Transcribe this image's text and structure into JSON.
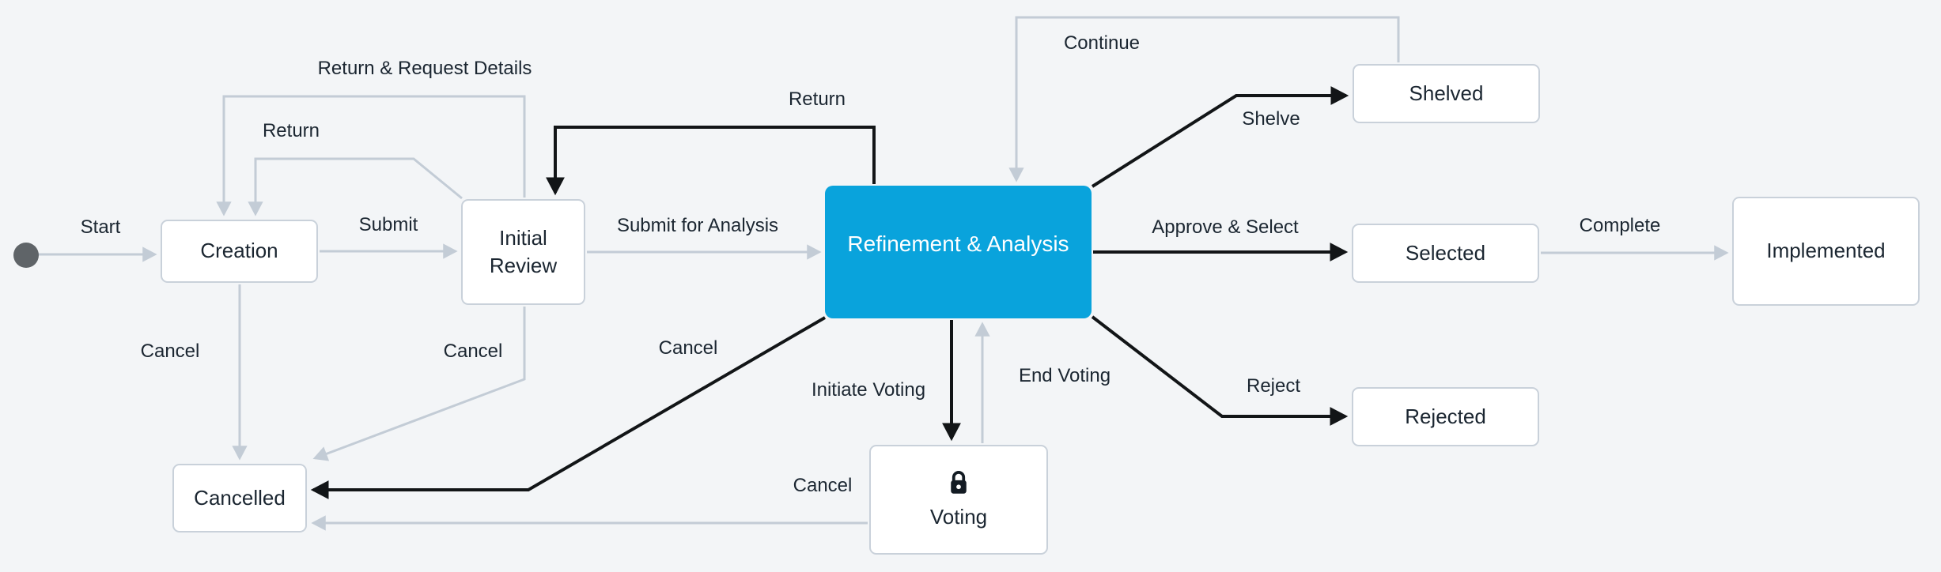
{
  "diagram": {
    "colors": {
      "background": "#f3f5f7",
      "accent": "#09a3dc",
      "node_border": "#c9d1da",
      "edge_gray": "#c3ccd6",
      "edge_black": "#121517",
      "text": "#1b2631",
      "start_fill": "#5f6468"
    },
    "nodes": {
      "start": {
        "type": "initial-state"
      },
      "creation": {
        "label": "Creation"
      },
      "initial_review": {
        "label": "Initial Review"
      },
      "refinement": {
        "label": "Refinement & Analysis"
      },
      "voting": {
        "label": "Voting",
        "icon": "lock-icon"
      },
      "shelved": {
        "label": "Shelved"
      },
      "selected": {
        "label": "Selected"
      },
      "rejected": {
        "label": "Rejected"
      },
      "implemented": {
        "label": "Implemented"
      },
      "cancelled": {
        "label": "Cancelled"
      }
    },
    "edges": [
      {
        "from": "start",
        "to": "creation",
        "label": "Start"
      },
      {
        "from": "creation",
        "to": "initial_review",
        "label": "Submit"
      },
      {
        "from": "initial_review",
        "to": "creation",
        "label": "Return"
      },
      {
        "from": "initial_review",
        "to": "creation",
        "label": "Return & Request Details"
      },
      {
        "from": "initial_review",
        "to": "refinement",
        "label": "Submit for Analysis"
      },
      {
        "from": "refinement",
        "to": "initial_review",
        "label": "Return"
      },
      {
        "from": "shelved",
        "to": "refinement",
        "label": "Continue"
      },
      {
        "from": "refinement",
        "to": "shelved",
        "label": "Shelve"
      },
      {
        "from": "refinement",
        "to": "selected",
        "label": "Approve & Select"
      },
      {
        "from": "selected",
        "to": "implemented",
        "label": "Complete"
      },
      {
        "from": "refinement",
        "to": "rejected",
        "label": "Reject"
      },
      {
        "from": "refinement",
        "to": "voting",
        "label": "Initiate Voting"
      },
      {
        "from": "voting",
        "to": "refinement",
        "label": "End Voting"
      },
      {
        "from": "refinement",
        "to": "cancelled",
        "label": "Cancel"
      },
      {
        "from": "voting",
        "to": "cancelled",
        "label": "Cancel"
      },
      {
        "from": "creation",
        "to": "cancelled",
        "label": "Cancel"
      },
      {
        "from": "initial_review",
        "to": "cancelled",
        "label": "Cancel"
      }
    ]
  }
}
